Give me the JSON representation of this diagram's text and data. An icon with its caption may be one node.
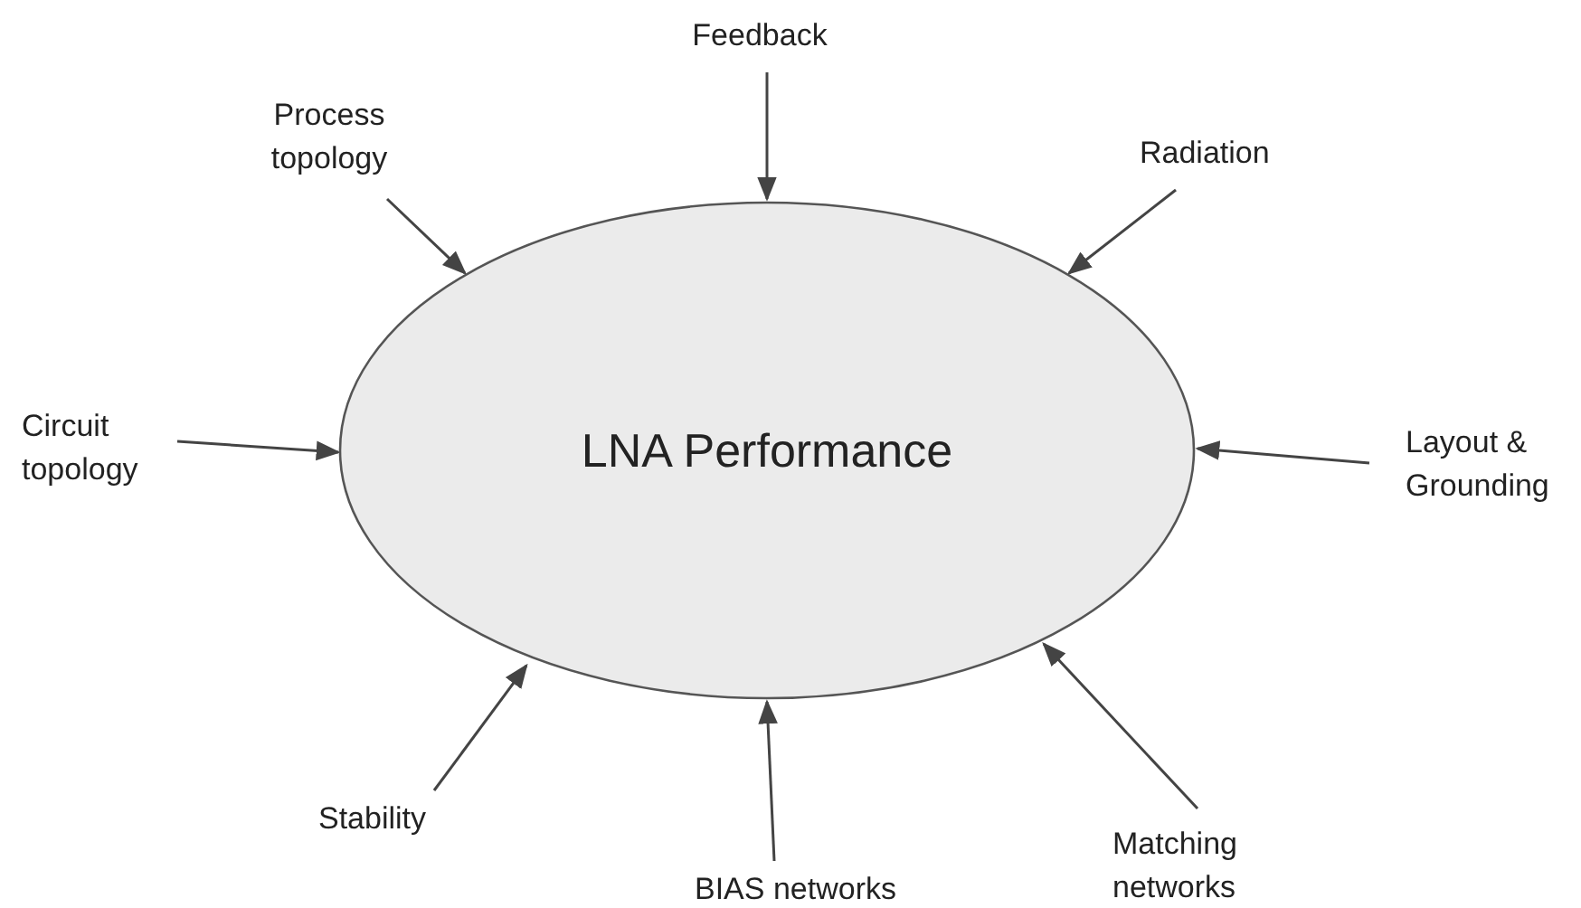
{
  "diagram": {
    "nodes": [
      {
        "text": [
          "LNA Performance"
        ]
      },
      {
        "text": [
          "Feedback"
        ]
      },
      {
        "text": [
          "Process topology"
        ]
      },
      {
        "text": [
          "Radiation"
        ]
      },
      {
        "text": [
          "Circuit topology"
        ]
      },
      {
        "text": [
          "Layout & Grounding"
        ]
      },
      {
        "text": [
          "Stability"
        ]
      },
      {
        "text": [
          "BIAS networks"
        ]
      },
      {
        "text": [
          "Matching networks"
        ]
      }
    ],
    "edges": [
      {
        "from": 1,
        "to": 0,
        "arrow": "to"
      },
      {
        "from": 2,
        "to": 0,
        "arrow": "to"
      },
      {
        "from": 3,
        "to": 0,
        "arrow": "to"
      },
      {
        "from": 4,
        "to": 0,
        "arrow": "to"
      },
      {
        "from": 5,
        "to": 0,
        "arrow": "to"
      },
      {
        "from": 6,
        "to": 0,
        "arrow": "to"
      },
      {
        "from": 7,
        "to": 0,
        "arrow": "to"
      },
      {
        "from": 8,
        "to": 0,
        "arrow": "to"
      }
    ]
  }
}
